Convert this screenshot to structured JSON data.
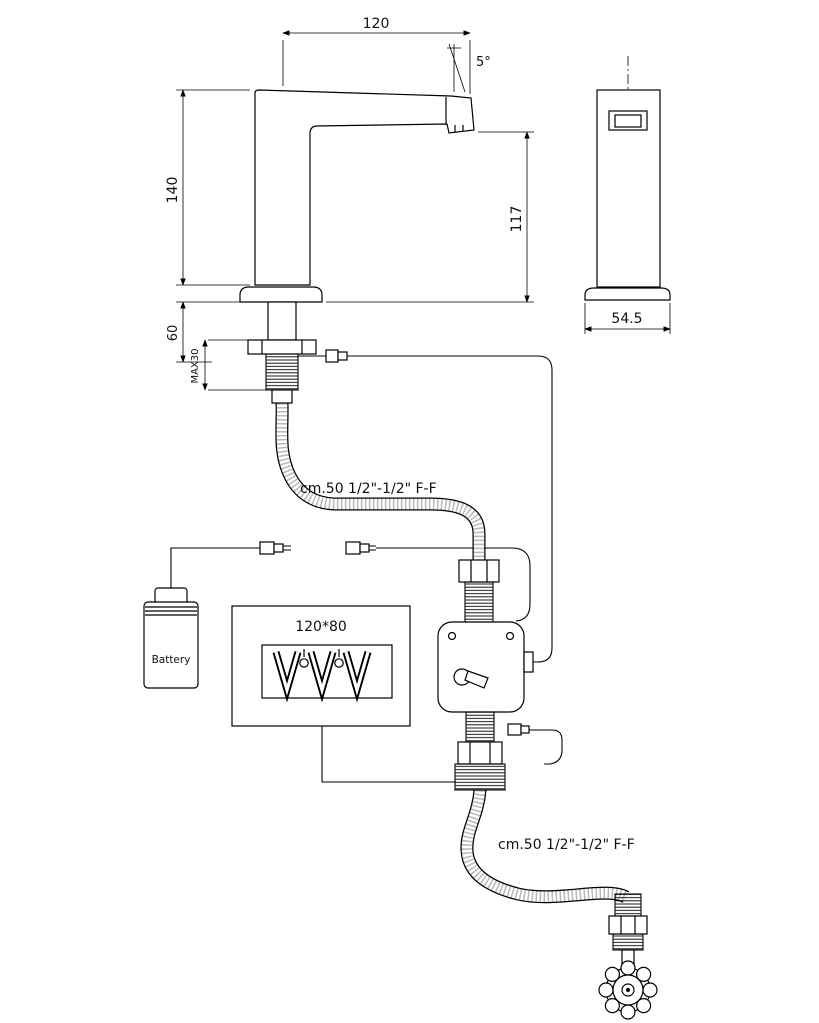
{
  "diagram": {
    "kind": "sensor-faucet-technical-drawing",
    "background": "#ffffff",
    "line_color": "#000000",
    "dimensions": {
      "spout_reach": "120",
      "spout_angle": "5°",
      "body_height": "140",
      "spout_height": "117",
      "under_counter": "60",
      "max_counter_thickness": "MAX30",
      "side_width": "54.5",
      "control_plate_size": "120*80"
    },
    "labels": {
      "battery": "Battery",
      "hose_upper": "cm.50 1/2\"-1/2\" F-F",
      "hose_lower": "cm.50 1/2\"-1/2\" F-F"
    }
  }
}
